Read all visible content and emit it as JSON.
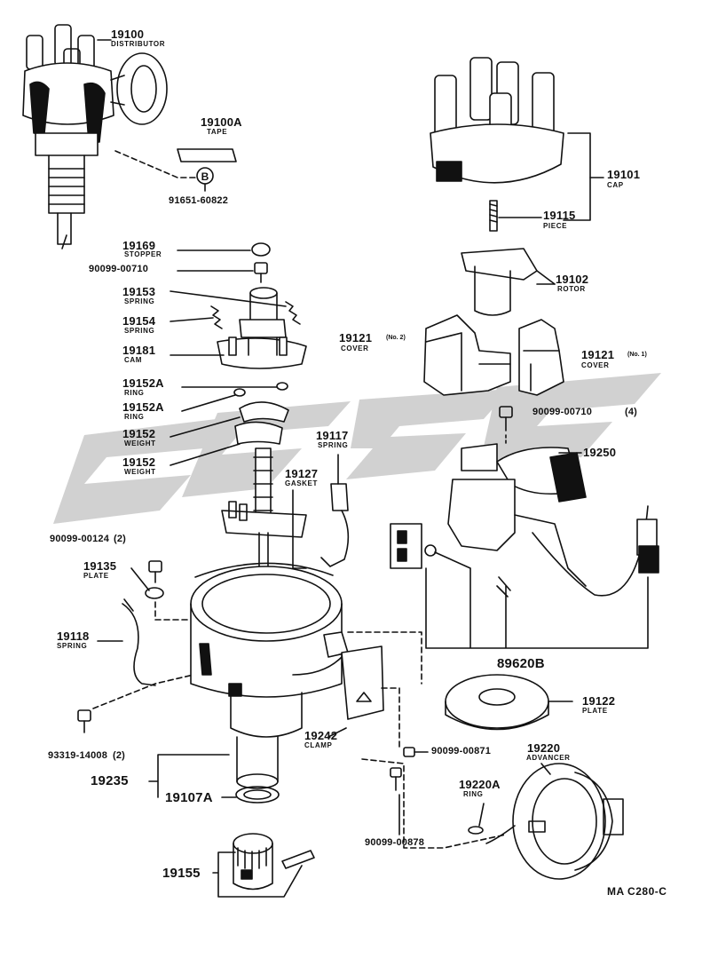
{
  "diagram": {
    "reference_code": "MA C280-C",
    "parts": [
      {
        "id": "19100",
        "name": "DISTRIBUTOR"
      },
      {
        "id": "19100A",
        "name": "TAPE"
      },
      {
        "id": "91651-60822"
      },
      {
        "id": "19101",
        "name": "CAP"
      },
      {
        "id": "19115",
        "name": "PIECE"
      },
      {
        "id": "19169",
        "name": "STOPPER"
      },
      {
        "id": "90099-00710"
      },
      {
        "id": "19153",
        "name": "SPRING"
      },
      {
        "id": "19154",
        "name": "SPRING"
      },
      {
        "id": "19181",
        "name": "CAM"
      },
      {
        "id": "19102",
        "name": "ROTOR"
      },
      {
        "id": "19121",
        "variant": "(No. 2)",
        "name": "COVER"
      },
      {
        "id": "19121",
        "variant": "(No. 1)",
        "name": "COVER"
      },
      {
        "id": "19152A",
        "name": "RING"
      },
      {
        "id": "19152A",
        "name": "RING"
      },
      {
        "id": "90099-00710",
        "qty": "(4)"
      },
      {
        "id": "19152",
        "name": "WEIGHT"
      },
      {
        "id": "19152",
        "name": "WEIGHT"
      },
      {
        "id": "19117",
        "name": "SPRING"
      },
      {
        "id": "19250"
      },
      {
        "id": "19127",
        "name": "GASKET"
      },
      {
        "id": "90099-00124",
        "qty": "(2)"
      },
      {
        "id": "19135",
        "name": "PLATE"
      },
      {
        "id": "19118",
        "name": "SPRING"
      },
      {
        "id": "89620B"
      },
      {
        "id": "19122",
        "name": "PLATE"
      },
      {
        "id": "93319-14008",
        "qty": "(2)"
      },
      {
        "id": "19242",
        "name": "CLAMP"
      },
      {
        "id": "90099-00871"
      },
      {
        "id": "19220",
        "name": "ADVANCER"
      },
      {
        "id": "19235"
      },
      {
        "id": "19107A"
      },
      {
        "id": "19220A",
        "name": "RING"
      },
      {
        "id": "90099-00878"
      },
      {
        "id": "19155"
      }
    ],
    "marker_b": "B",
    "colors": {
      "ink": "#111111",
      "watermark": "#c8c8c8",
      "paper": "#ffffff"
    }
  }
}
